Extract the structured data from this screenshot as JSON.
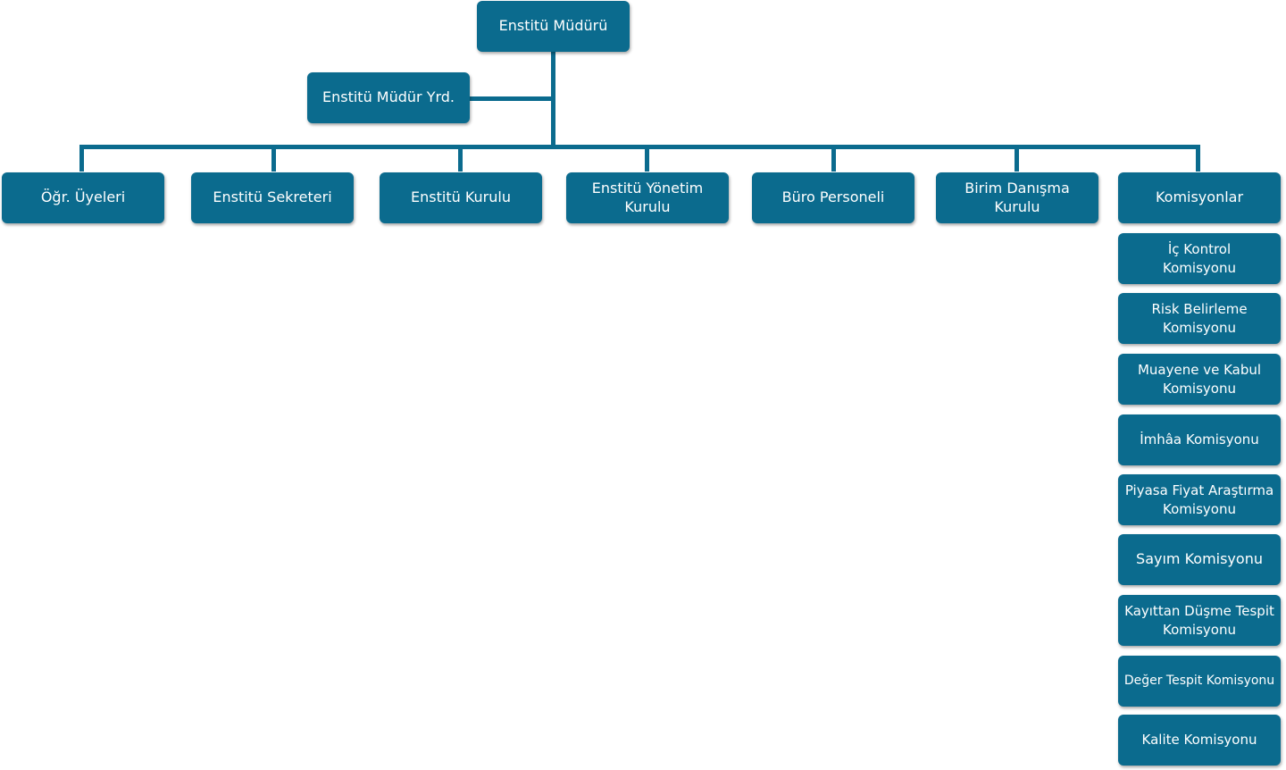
{
  "colors": {
    "node_fill": "#0b6b8e",
    "connector": "#0b6b8e",
    "text": "#ffffff"
  },
  "root": {
    "label": "Enstitü Müdürü"
  },
  "assistant": {
    "label": "Enstitü Müdür Yrd."
  },
  "units": [
    {
      "label": "Öğr. Üyeleri"
    },
    {
      "label": "Enstitü Sekreteri"
    },
    {
      "label": "Enstitü Kurulu"
    },
    {
      "label": "Enstitü Yönetim\nKurulu"
    },
    {
      "label": "Büro Personeli"
    },
    {
      "label": "Birim Danışma\nKurulu"
    },
    {
      "label": "Komisyonlar"
    }
  ],
  "commissions": [
    {
      "label": "İç Kontrol\nKomisyonu"
    },
    {
      "label": "Risk Belirleme\nKomisyonu"
    },
    {
      "label": "Muayene ve Kabul\nKomisyonu"
    },
    {
      "label": "İmhâa Komisyonu"
    },
    {
      "label": "Piyasa Fiyat Araştırma\nKomisyonu"
    },
    {
      "label": "Sayım Komisyonu"
    },
    {
      "label": "Kayıttan Düşme Tespit\nKomisyonu"
    },
    {
      "label": "Değer Tespit Komisyonu"
    },
    {
      "label": "Kalite Komisyonu"
    }
  ]
}
